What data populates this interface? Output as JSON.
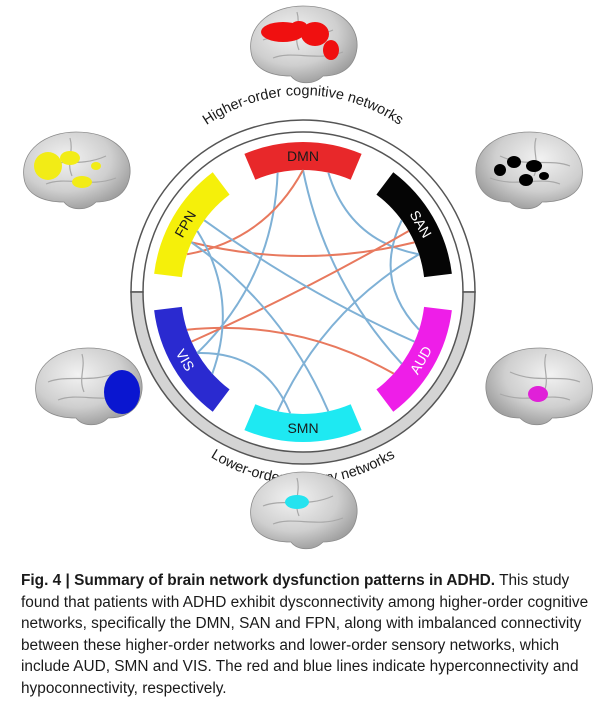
{
  "diagram": {
    "group_upper": "Higher-order cognitive networks",
    "group_lower": "Lower-order sensory networks",
    "networks": [
      {
        "id": "DMN",
        "label": "DMN",
        "color": "#e8282a",
        "text_color": "#1a1a1a"
      },
      {
        "id": "SAN",
        "label": "SAN",
        "color": "#050505",
        "text_color": "#ffffff"
      },
      {
        "id": "AUD",
        "label": "AUD",
        "color": "#ee1ee8",
        "text_color": "#ffffff"
      },
      {
        "id": "SMN",
        "label": "SMN",
        "color": "#1ee9f2",
        "text_color": "#1a1a1a"
      },
      {
        "id": "VIS",
        "label": "VIS",
        "color": "#2a2ad0",
        "text_color": "#ffffff"
      },
      {
        "id": "FPN",
        "label": "FPN",
        "color": "#f5f00a",
        "text_color": "#1a1a1a"
      }
    ],
    "connections": [
      {
        "from": "DMN",
        "to": "SAN",
        "type": "hypo"
      },
      {
        "from": "DMN",
        "to": "AUD",
        "type": "hypo"
      },
      {
        "from": "DMN",
        "to": "VIS",
        "type": "hypo"
      },
      {
        "from": "SAN",
        "to": "FPN",
        "type": "hyper"
      },
      {
        "from": "SAN",
        "to": "AUD",
        "type": "hypo"
      },
      {
        "from": "SAN",
        "to": "SMN",
        "type": "hypo"
      },
      {
        "from": "SAN",
        "to": "VIS",
        "type": "hyper"
      },
      {
        "from": "FPN",
        "to": "DMN",
        "type": "hyper"
      },
      {
        "from": "FPN",
        "to": "AUD",
        "type": "hypo"
      },
      {
        "from": "FPN",
        "to": "SMN",
        "type": "hypo"
      },
      {
        "from": "VIS",
        "to": "AUD",
        "type": "hyper"
      },
      {
        "from": "VIS",
        "to": "SMN",
        "type": "hypo"
      },
      {
        "from": "VIS",
        "to": "FPN",
        "type": "hypo"
      }
    ],
    "line_colors": {
      "hyper": "#e8795e",
      "hypo": "#7fb1d6"
    },
    "brain_overlays": {
      "DMN": "#f01010",
      "SAN": "#000000",
      "AUD": "#e020d8",
      "SMN": "#25e3ef",
      "VIS": "#0a16d0",
      "FPN": "#f2ec16"
    }
  },
  "caption": {
    "fig_label": "Fig. 4 | ",
    "fig_title": "Summary of brain network dysfunction patterns in ADHD.",
    "body": " This study found that patients with ADHD exhibit dysconnectivity among higher-order cognitive networks, specifically the DMN, SAN and FPN, along with imbalanced connectivity between these higher-order networks and lower-order sensory networks, which include AUD, SMN and VIS. The red and blue lines indicate hyperconnectivity and hypoconnectivity, respectively."
  }
}
